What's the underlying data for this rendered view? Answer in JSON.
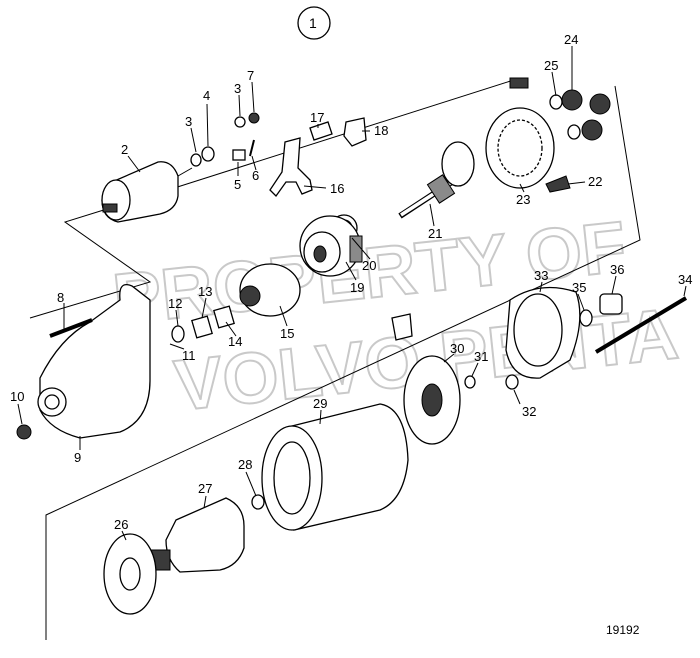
{
  "diagram": {
    "view_number": "1",
    "drawing_number": "19192",
    "watermark_lines": [
      "PROPERTY OF",
      "VOLVO PENTA"
    ],
    "part_labels": [
      "2",
      "3",
      "3",
      "4",
      "5",
      "6",
      "7",
      "8",
      "9",
      "10",
      "11",
      "12",
      "13",
      "14",
      "15",
      "16",
      "17",
      "18",
      "19",
      "20",
      "21",
      "22",
      "23",
      "24",
      "25",
      "26",
      "27",
      "28",
      "29",
      "30",
      "31",
      "32",
      "33",
      "34",
      "35",
      "36"
    ]
  }
}
